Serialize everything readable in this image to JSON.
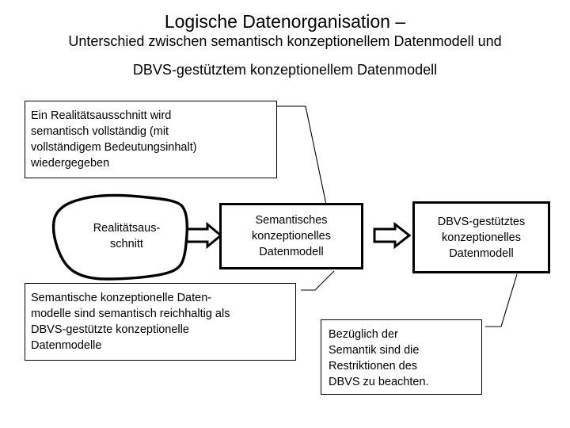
{
  "slide": {
    "background_color": "#ffffff",
    "foreground_color": "#000000"
  },
  "title": {
    "line1": "Logische Datenorganisation –",
    "line2": "Unterschied zwischen semantisch konzeptionellem Datenmodell und",
    "line3": "DBVS-gestütztem konzeptionellem Datenmodell"
  },
  "diagram": {
    "type": "flow-diagram",
    "statement_top": {
      "text": "Ein Realitätsausschnitt wird\nsemantisch vollständig (mit\nvollständigem Bedeutungsinhalt)\nwiedergegeben"
    },
    "blob": {
      "label": "Realitätsaus-\nschnitt"
    },
    "model_semantic": {
      "text": "Semantisches\nkonzeptionelles\nDatenmodell"
    },
    "model_dbvs": {
      "text": "DBVS-gestütztes\nkonzeptionelles\nDatenmodell"
    },
    "statement_bottom": {
      "text": "Semantische konzeptionelle Daten-\nmodelle sind semantisch reichhaltig als\nDBVS-gestützte konzeptionelle\nDatenmodelle"
    },
    "statement_note": {
      "text": "Bezüglich der\nSemantik sind die\nRestriktionen des\nDBVS zu beachten."
    },
    "arrows": [
      {
        "name": "arrow-blob-to-semantic",
        "direction": "right"
      },
      {
        "name": "arrow-semantic-to-dbvs",
        "direction": "right"
      }
    ],
    "connectors": [
      {
        "name": "connector-statement-top-to-semantic"
      },
      {
        "name": "connector-statement-bottom-to-semantic"
      },
      {
        "name": "connector-statement-note-to-dbvs"
      }
    ]
  }
}
